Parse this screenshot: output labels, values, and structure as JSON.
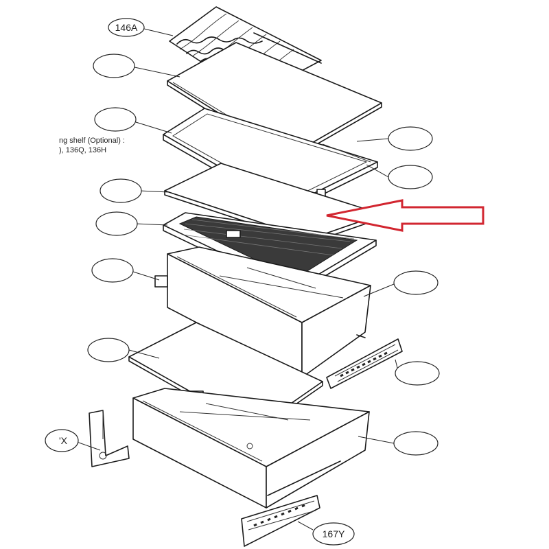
{
  "callouts": {
    "wine_rack": "146A",
    "rail_bottom": "167Y",
    "bracket_left": "'X"
  },
  "note": {
    "line1": "ng shelf (Optional) :",
    "line2": "), 136Q, 136H"
  },
  "colors": {
    "arrow": "#d22630",
    "lines": "#1a1a1a"
  }
}
